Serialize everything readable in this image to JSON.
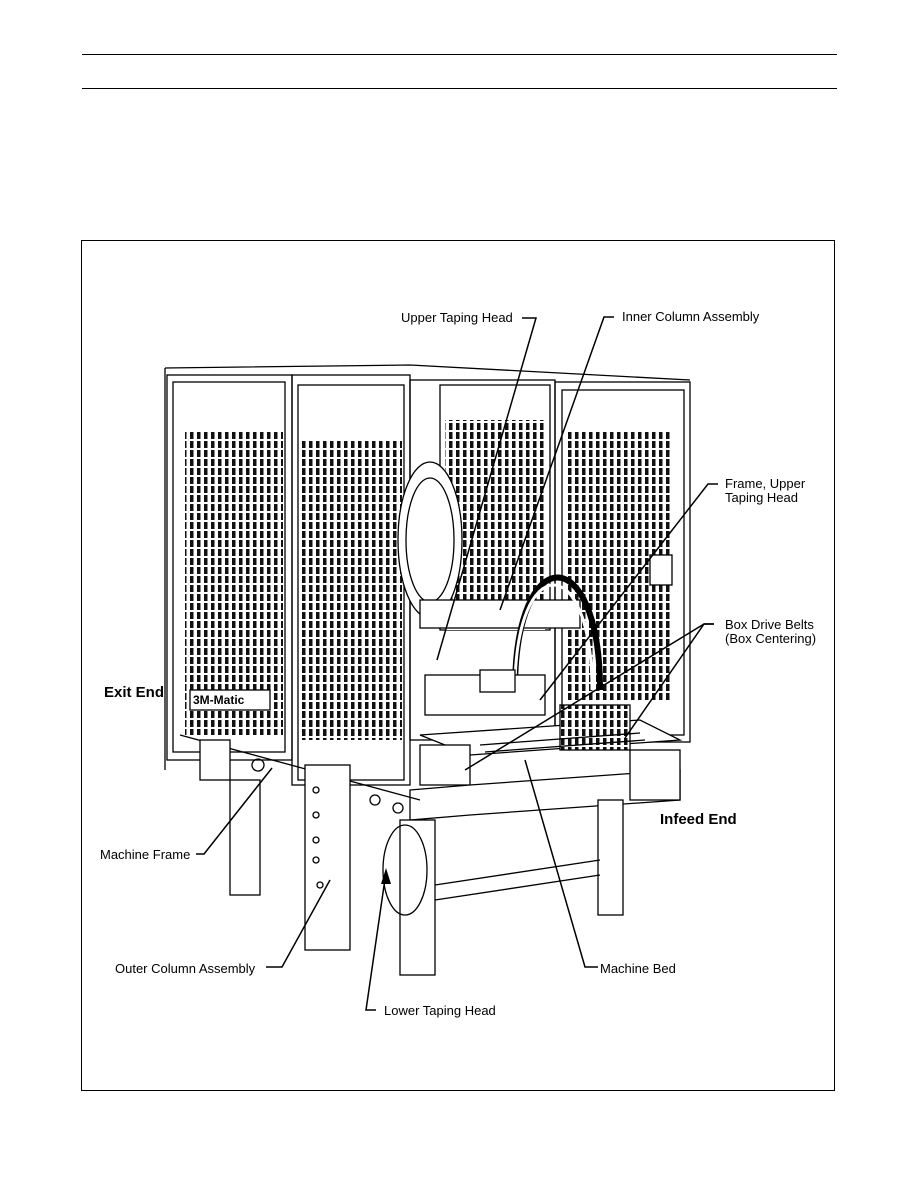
{
  "figure": {
    "labels": {
      "upper_taping_head": "Upper Taping Head",
      "inner_column_assembly": "Inner Column Assembly",
      "frame_upper_taping_head_1": "Frame, Upper",
      "frame_upper_taping_head_2": "Taping Head",
      "box_drive_belts_1": "Box Drive Belts",
      "box_drive_belts_2": "(Box Centering)",
      "exit_end": "Exit End",
      "infeed_end": "Infeed End",
      "machine_frame": "Machine Frame",
      "outer_column_assembly": "Outer Column Assembly",
      "machine_bed": "Machine Bed",
      "lower_taping_head": "Lower Taping Head",
      "brand_plate": "3M-Matic"
    }
  }
}
